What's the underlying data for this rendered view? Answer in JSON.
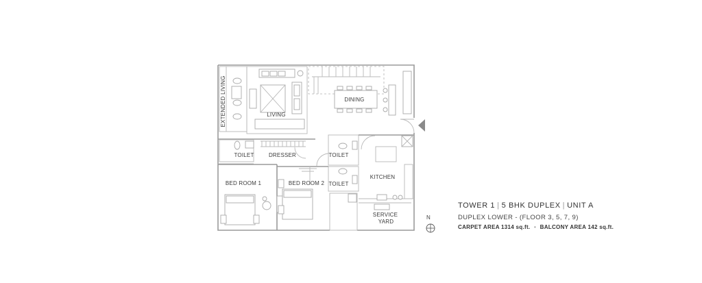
{
  "rooms": {
    "extended_living": "EXTENDED LIVING",
    "living": "LIVING",
    "dining": "DINING",
    "toilet_1": "TOILET",
    "dresser": "DRESSER",
    "toilet_2": "TOILET",
    "toilet_3": "TOILET",
    "kitchen": "KITCHEN",
    "bed_room_1": "BED ROOM 1",
    "bed_room_2": "BED ROOM 2",
    "service_yard_1": "SERVICE",
    "service_yard_2": "YARD"
  },
  "compass": {
    "label": "N"
  },
  "info": {
    "tower": "TOWER 1",
    "unit_type": "5 BHK DUPLEX",
    "unit": "UNIT A",
    "floor": "DUPLEX LOWER - (FLOOR 3, 5, 7, 9)",
    "carpet_area": "CARPET AREA 1314 sq.ft.",
    "balcony_area": "BALCONY AREA 142 sq.ft."
  },
  "colors": {
    "wall": "#9a9a9a",
    "text": "#3a3a3a"
  }
}
